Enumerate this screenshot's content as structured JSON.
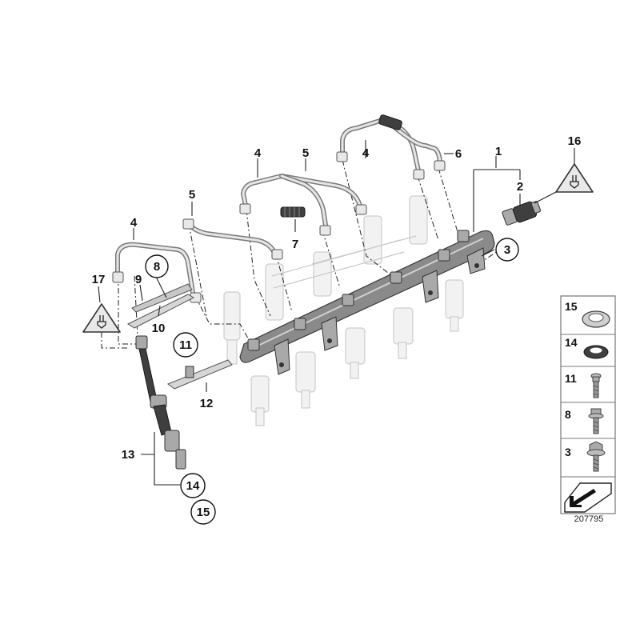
{
  "labels": {
    "p1": "1",
    "p2": "2",
    "p3": "3",
    "p4a": "4",
    "p4b": "4",
    "p4c": "4",
    "p5a": "5",
    "p5b": "5",
    "p6": "6",
    "p7": "7",
    "p8": "8",
    "p9": "9",
    "p10": "10",
    "p11": "11",
    "p12": "12",
    "p13": "13",
    "p14": "14",
    "p15": "15",
    "p16": "16",
    "p17": "17"
  },
  "legend": {
    "items": [
      {
        "number": "15",
        "part": "sealing-ring"
      },
      {
        "number": "14",
        "part": "seal-ring"
      },
      {
        "number": "11",
        "part": "bolt"
      },
      {
        "number": "8",
        "part": "collar-bolt"
      },
      {
        "number": "3",
        "part": "hex-bolt"
      }
    ]
  },
  "diagram_number": "207795",
  "colors": {
    "line": "#222222",
    "part_dark": "#3f3f3f",
    "part_metal": "#a9a9a9",
    "ghost": "#c9c9c9"
  },
  "icons": {
    "warning": "electrical-plug-warning-triangle",
    "corner": "arrow-corner-icon"
  }
}
